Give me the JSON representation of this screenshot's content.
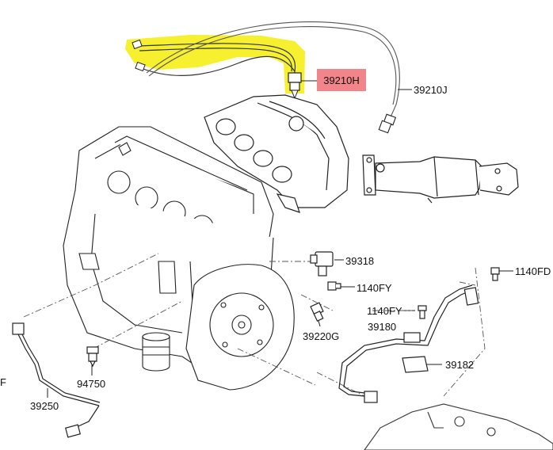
{
  "diagram": {
    "colors": {
      "highlight_fill": "#f2858a",
      "highlight_marker": "#f5ef1c",
      "line": "#222222",
      "light_line": "#8a8a8a"
    },
    "labels": {
      "o2_sensor_upper_highlighted": "39210H",
      "o2_sensor_lower": "39210J",
      "cam_sensor": "39318",
      "bolt_cam": "1140FY",
      "temp_sensor": "39220G",
      "bolt_crank": "1140FY",
      "crank_sensor_harness": "39180",
      "bolt_upper_right": "1140FD",
      "bracket": "39182",
      "oil_pressure_switch": "94750",
      "knock_sensor": "39250",
      "edge_fragment": "F"
    }
  }
}
